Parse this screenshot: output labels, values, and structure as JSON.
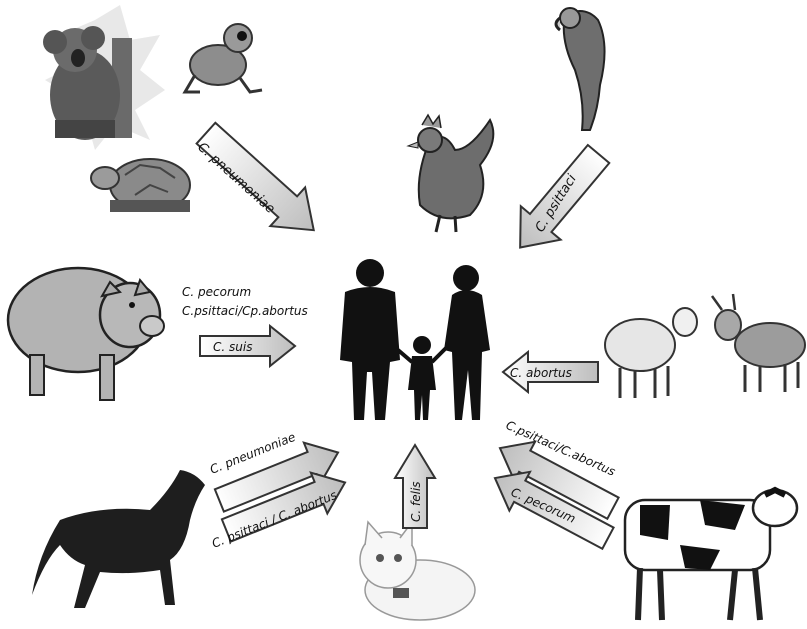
{
  "arrows": {
    "top_left": "C. pneumoniae",
    "top_right": "C. psittaci",
    "left_line1": "C. pecorum",
    "left_line2": "C.psittaci/Cp.abortus",
    "left_arrow": "C. suis",
    "right_arrow": "C. abortus",
    "bottom_left_upper": "C. pneumoniae",
    "bottom_left_lower": "C. psittaci / C. abortus",
    "bottom_center": "C. felis",
    "bottom_right_upper": "C.psittaci/C.abortus",
    "bottom_right_lower": "C. pecorum"
  },
  "animals": [
    "koala-icon",
    "frog-icon",
    "tortoise-icon",
    "rooster-icon",
    "parrot-icon",
    "pig-icon",
    "sheep-icon",
    "goat-icon",
    "horse-icon",
    "cat-icon",
    "cow-icon",
    "human-family-icon"
  ]
}
